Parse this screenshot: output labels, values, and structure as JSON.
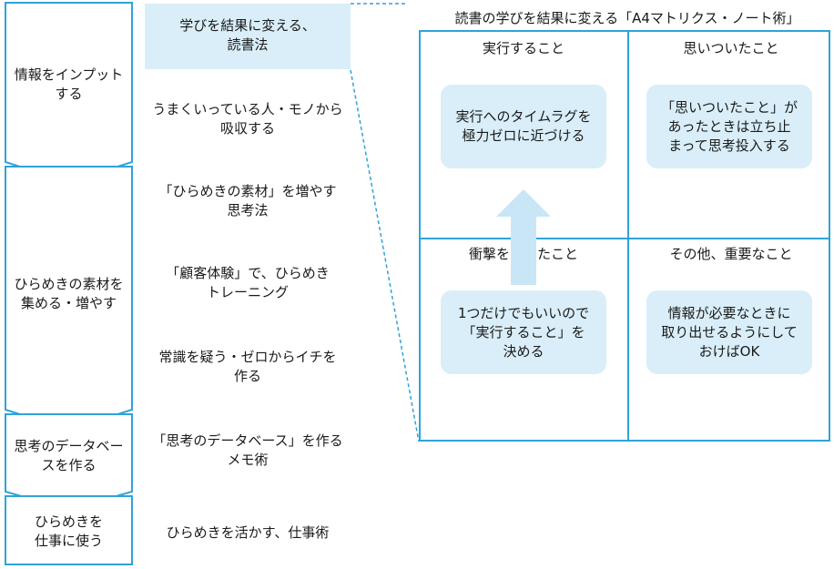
{
  "stages": [
    {
      "label": "情報をインプット\nする"
    },
    {
      "label": "ひらめきの素材を\n集める・増やす"
    },
    {
      "label": "思考のデータベー\nスを作る"
    },
    {
      "label": "ひらめきを\n仕事に使う"
    }
  ],
  "methods": [
    {
      "label": "学びを結果に変える、\n読書法",
      "highlighted": true
    },
    {
      "label": "うまくいっている人・モノから\n吸収する"
    },
    {
      "label": "「ひらめきの素材」を増やす\n思考法"
    },
    {
      "label": "「顧客体験」で、ひらめき\nトレーニング"
    },
    {
      "label": "常識を疑う・ゼロからイチを\n作る"
    },
    {
      "label": "「思考のデータベース」を作る\nメモ術"
    },
    {
      "label": "ひらめきを活かす、仕事術"
    }
  ],
  "matrix": {
    "title": "読書の学びを結果に変える「A4マトリクス・ノート術」",
    "quadrants": [
      {
        "title": "実行すること",
        "note": "実行へのタイムラグを\n極力ゼロに近づける"
      },
      {
        "title": "思いついたこと",
        "note": "「思いついたこと」が\nあったときは立ち止\nまって思考投入する"
      },
      {
        "title": "衝撃を受けたこと",
        "note": "1つだけでもいいので\n「実行すること」を\n決める"
      },
      {
        "title": "その他、重要なこと",
        "note": "情報が必要なときに\n取り出せるようにして\nおけばOK"
      }
    ]
  },
  "colors": {
    "accent": "#2fa3d8",
    "note_fill": "#d9eef8",
    "arrow_fill": "#c9e6f6"
  }
}
